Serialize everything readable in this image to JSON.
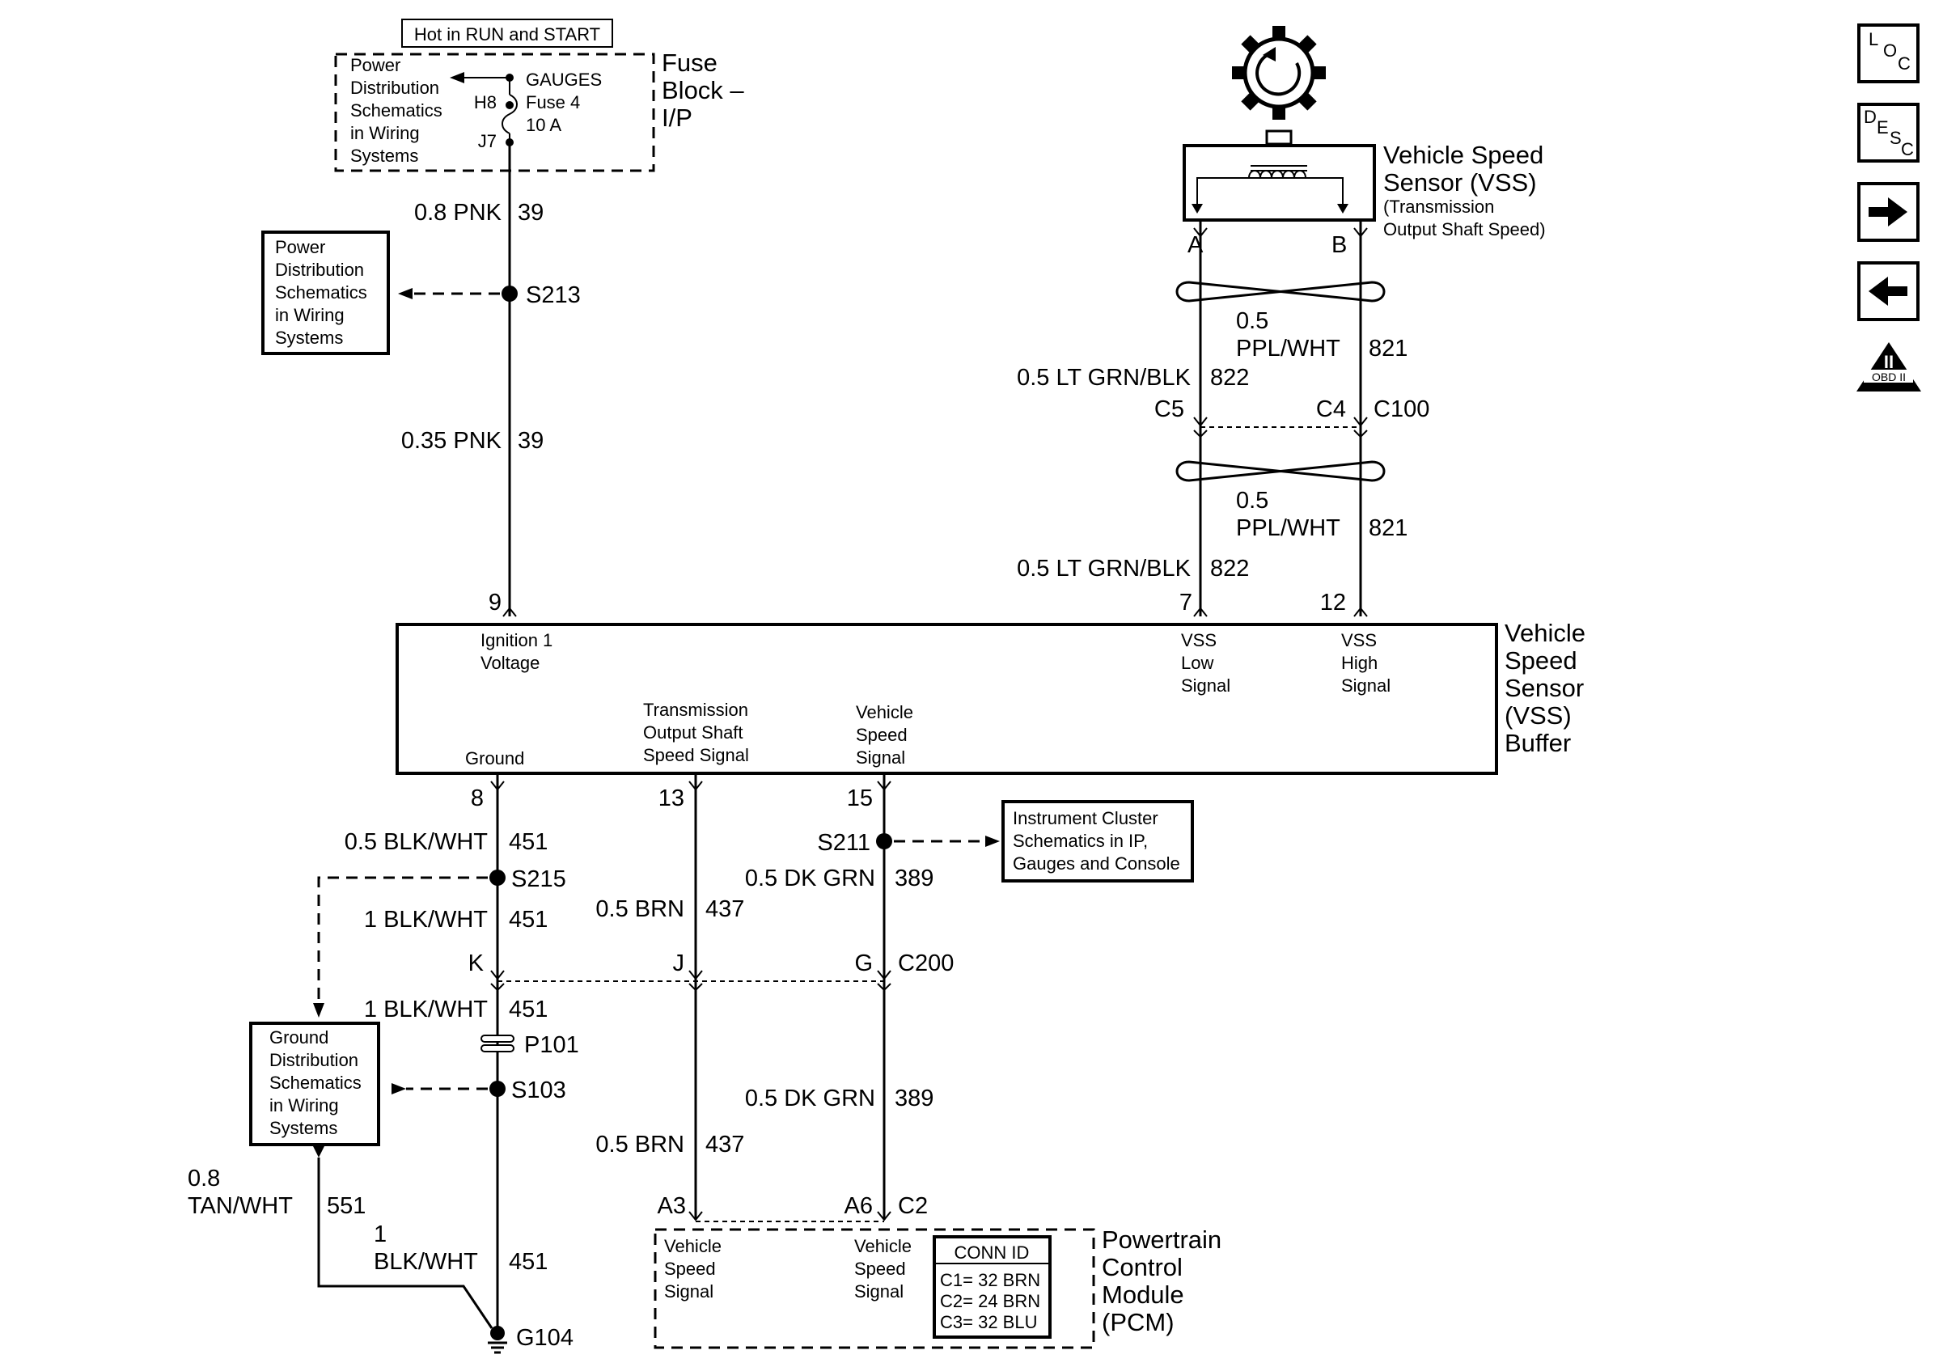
{
  "fuse_block": {
    "hot_label": "Hot in RUN and START",
    "title": [
      "Fuse",
      "Block –",
      "I/P"
    ],
    "ref": [
      "Power",
      "Distribution",
      "Schematics",
      "in Wiring",
      "Systems"
    ],
    "fuse_lines": [
      "GAUGES",
      "Fuse 4",
      "10 A"
    ],
    "pin_in": "H8",
    "pin_out": "J7"
  },
  "ign_wire_upper": {
    "size_color": "0.8 PNK",
    "circuit": "39"
  },
  "splice_s213": "S213",
  "ref_power_2": [
    "Power",
    "Distribution",
    "Schematics",
    "in Wiring",
    "Systems"
  ],
  "ign_wire_lower": {
    "size_color": "0.35 PNK",
    "circuit": "39"
  },
  "vss": {
    "title": [
      "Vehicle Speed",
      "Sensor (VSS)"
    ],
    "subtitle": [
      "(Transmission",
      "Output Shaft Speed)"
    ],
    "pin_a": "A",
    "pin_b": "B"
  },
  "vss_wires_upper": {
    "high_size_color": [
      "0.5",
      "PPL/WHT"
    ],
    "high_circuit": "821",
    "low_size_color": "0.5 LT GRN/BLK",
    "low_circuit": "822"
  },
  "c100": {
    "left_pin": "C5",
    "right_pin": "C4",
    "name": "C100"
  },
  "vss_wires_lower": {
    "high_size_color": [
      "0.5",
      "PPL/WHT"
    ],
    "high_circuit": "821",
    "low_size_color": "0.5 LT GRN/BLK",
    "low_circuit": "822"
  },
  "buffer": {
    "title": [
      "Vehicle",
      "Speed",
      "Sensor",
      "(VSS)",
      "Buffer"
    ],
    "pin_ign": "9",
    "pin_low": "7",
    "pin_high": "12",
    "label_ign": [
      "Ignition 1",
      "Voltage"
    ],
    "label_low": [
      "VSS",
      "Low",
      "Signal"
    ],
    "label_high": [
      "VSS",
      "High",
      "Signal"
    ],
    "label_gnd": "Ground",
    "label_tos": [
      "Transmission",
      "Output Shaft",
      "Speed Signal"
    ],
    "label_vs": [
      "Vehicle",
      "Speed",
      "Signal"
    ],
    "pin_gnd": "8",
    "pin_tos": "13",
    "pin_vs": "15"
  },
  "gnd_wire_1": {
    "size_color": "0.5 BLK/WHT",
    "circuit": "451"
  },
  "splice_s215": "S215",
  "gnd_wire_2": {
    "size_color": "1 BLK/WHT",
    "circuit": "451"
  },
  "splice_s211": "S211",
  "ref_cluster": [
    "Instrument Cluster",
    "Schematics in IP,",
    "Gauges and Console"
  ],
  "vs_wire_1": {
    "size_color": "0.5 DK GRN",
    "circuit": "389"
  },
  "tos_wire_1": {
    "size_color": "0.5 BRN",
    "circuit": "437"
  },
  "c200": {
    "pin_k": "K",
    "pin_j": "J",
    "pin_g": "G",
    "name": "C200"
  },
  "gnd_wire_3": {
    "size_color": "1 BLK/WHT",
    "circuit": "451"
  },
  "p101": "P101",
  "splice_s103": "S103",
  "ref_ground": [
    "Ground",
    "Distribution",
    "Schematics",
    "in Wiring",
    "Systems"
  ],
  "vs_wire_2": {
    "size_color": "0.5 DK GRN",
    "circuit": "389"
  },
  "tos_wire_2": {
    "size_color": "0.5 BRN",
    "circuit": "437"
  },
  "tan_wire": {
    "size_color": [
      "0.8",
      "TAN/WHT"
    ],
    "circuit": "551"
  },
  "gnd_wire_4": {
    "size_color": [
      "1",
      "BLK/WHT"
    ],
    "circuit": "451"
  },
  "ground_g104": "G104",
  "pcm": {
    "title": [
      "Powertrain",
      "Control",
      "Module",
      "(PCM)"
    ],
    "pin_a3": "A3",
    "pin_a6": "A6",
    "conn": "C2",
    "label_a3": [
      "Vehicle",
      "Speed",
      "Signal"
    ],
    "label_a6": [
      "Vehicle",
      "Speed",
      "Signal"
    ],
    "conn_id_title": "CONN ID",
    "conn_id_rows": [
      "C1= 32 BRN",
      "C2= 24 BRN",
      "C3= 32 BLU"
    ]
  },
  "nav": {
    "loc_letters": [
      "L",
      "O",
      "C"
    ],
    "desc_letters": [
      "D",
      "E",
      "S",
      "C"
    ],
    "obd_numeral": "II",
    "obd_label": "OBD II"
  }
}
